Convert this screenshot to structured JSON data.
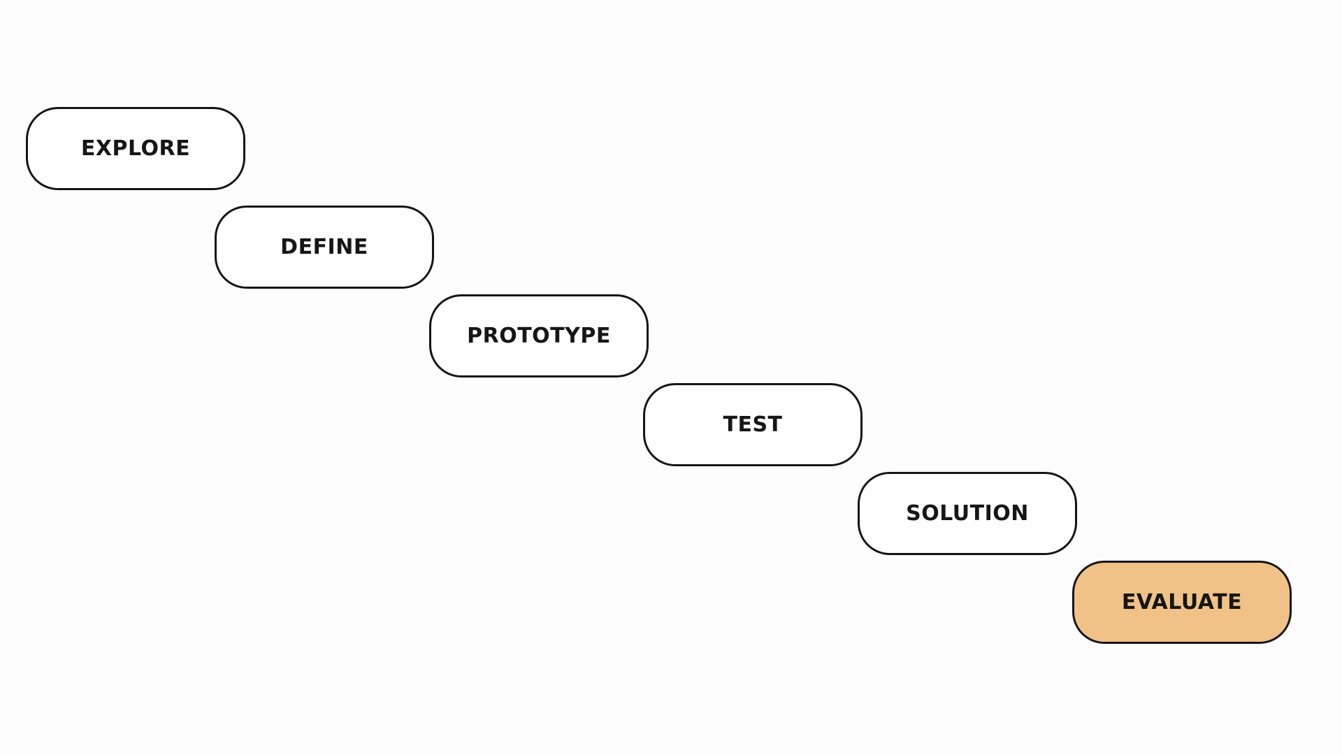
{
  "diagram": {
    "steps": [
      {
        "label": "EXPLORE",
        "highlighted": false
      },
      {
        "label": "DEFINE",
        "highlighted": false
      },
      {
        "label": "PROTOTYPE",
        "highlighted": false
      },
      {
        "label": "TEST",
        "highlighted": false
      },
      {
        "label": "SOLUTION",
        "highlighted": false
      },
      {
        "label": "EVALUATE",
        "highlighted": true
      }
    ]
  },
  "colors": {
    "background": "#fdfdfd",
    "border": "#151515",
    "box_fill": "#ffffff",
    "highlight_fill": "#f1c287",
    "text": "#161616"
  }
}
